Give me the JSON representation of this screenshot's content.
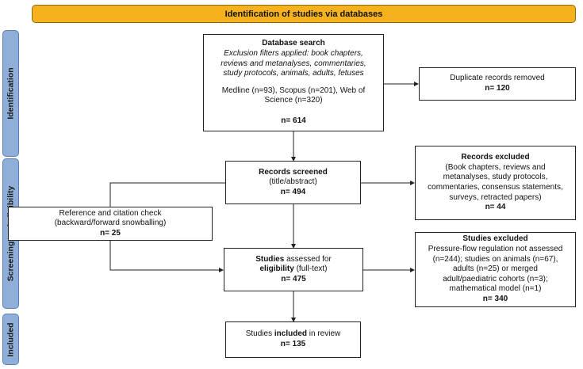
{
  "banner": {
    "title": "Identification of studies via databases"
  },
  "phases": {
    "identification": "Identification",
    "screening": "Screening and eligibility",
    "included": "Included"
  },
  "database_search": {
    "title": "Database search",
    "filters": [
      "Exclusion filters applied: book chapters,",
      "reviews and metanalyses, commentaries,",
      "study protocols, animals, adults, fetuses"
    ],
    "sources": [
      "Medline (n=93), Scopus (n=201), Web of",
      "Science (n=320)"
    ],
    "count": "n= 614"
  },
  "duplicates": {
    "label": "Duplicate records removed",
    "count": "n= 120"
  },
  "records_screened": {
    "title": "Records screened",
    "subtitle": "(title/abstract)",
    "count": "n= 494"
  },
  "records_excluded": {
    "title": "Records excluded",
    "lines": [
      "(Book chapters, reviews and",
      "metanalyses, study protocols,",
      "commentaries, consensus statements,",
      "surveys, retracted papers)"
    ],
    "count": "n= 44"
  },
  "reference_check": {
    "lines": [
      "Reference and citation check",
      "(backward/forward snowballing)"
    ],
    "count": "n= 25"
  },
  "eligibility": {
    "bold1": "Studies",
    "text1": " assessed for",
    "bold2": "eligibility",
    "text2": " (full-text)",
    "count": "n= 475"
  },
  "studies_excluded": {
    "title": "Studies excluded",
    "lines": [
      "Pressure-flow regulation not assessed",
      "(n=244); studies on animals (n=67),",
      "adults (n=25) or merged",
      "adult/paediatric cohorts (n=3);",
      "mathematical model (n=1)"
    ],
    "count": "n= 340"
  },
  "included": {
    "text1": "Studies ",
    "bold": "included",
    "text2": " in review",
    "count": "n= 135"
  },
  "colors": {
    "banner": "#f5b21c",
    "phase": "#8fafd9",
    "line": "#222222"
  }
}
